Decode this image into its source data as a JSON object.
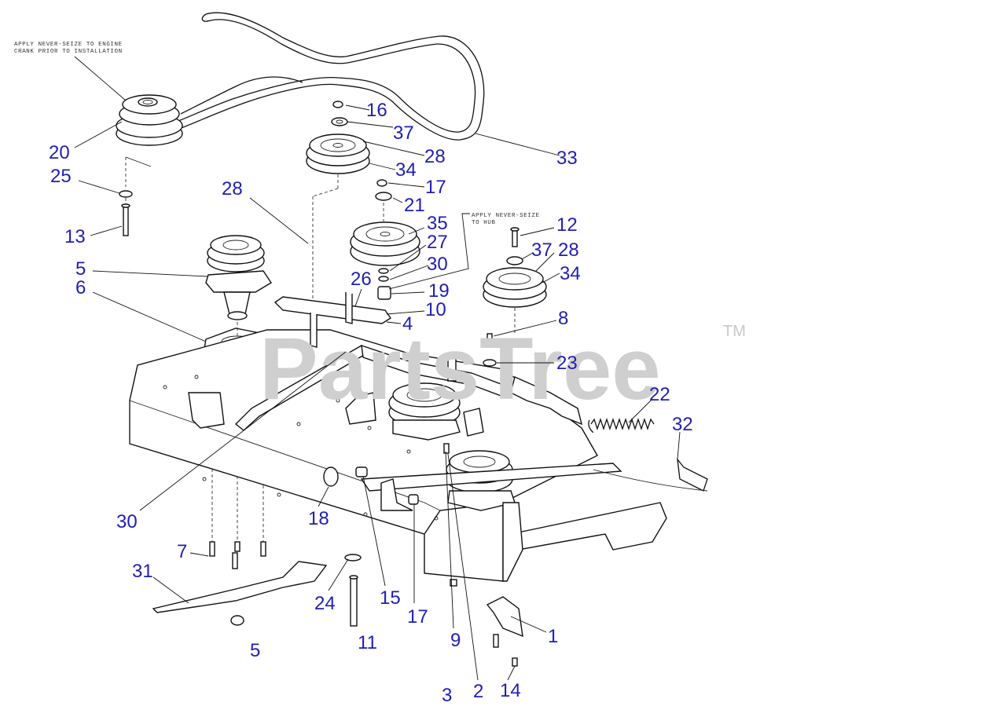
{
  "watermark": {
    "text": "PartsTree",
    "trademark": "TM"
  },
  "notes": {
    "engine": [
      "APPLY NEVER-SEIZE TO ENGINE",
      "CRANK PRIOR TO INSTALLATION"
    ],
    "hub": [
      "APPLY NEVER-SEIZE",
      "TO HUB"
    ]
  },
  "callouts": [
    "20",
    "25",
    "13",
    "5",
    "6",
    "28",
    "16",
    "37",
    "28",
    "34",
    "33",
    "17",
    "21",
    "35",
    "27",
    "30",
    "26",
    "19",
    "10",
    "4",
    "12",
    "37",
    "28",
    "34",
    "8",
    "23",
    "22",
    "32",
    "30",
    "18",
    "7",
    "31",
    "24",
    "15",
    "17",
    "9",
    "2",
    "1",
    "5",
    "11",
    "3",
    "14"
  ],
  "colors": {
    "callout": "#1f1fb4",
    "line": "#111111",
    "watermark": "#cfcfcf"
  }
}
